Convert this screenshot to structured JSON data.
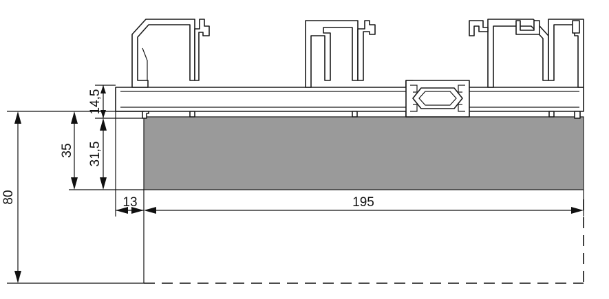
{
  "drawing": {
    "colors": {
      "profile_stroke": "#1a1a1a",
      "filling": "#9a9a9a",
      "background": "#ffffff"
    },
    "dimensions": {
      "total_height": "80",
      "inner_height": "35",
      "filling_height": "31,5",
      "frame_height": "14,5",
      "offset_width": "13",
      "filling_width": "195"
    }
  }
}
